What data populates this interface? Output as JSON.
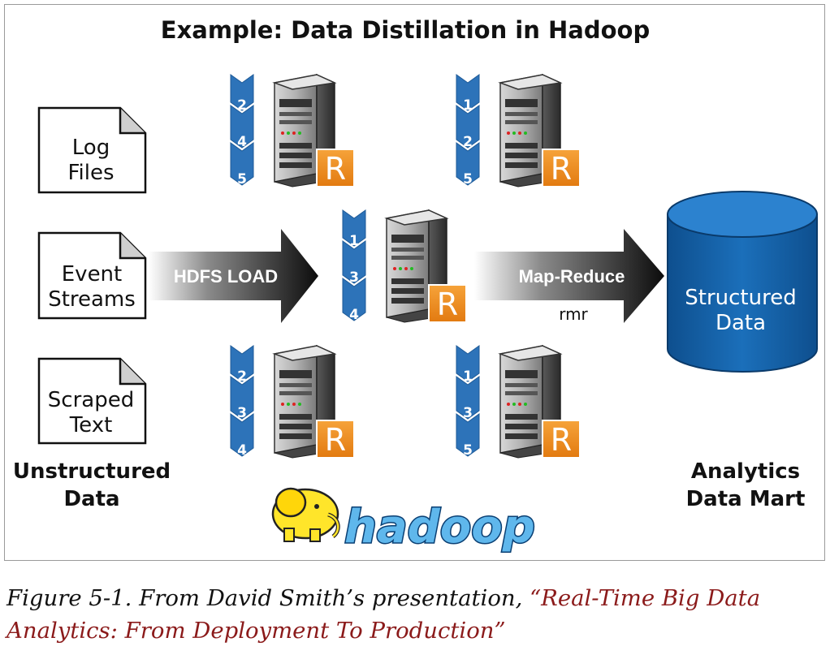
{
  "title": "Example: Data Distillation in Hadoop",
  "sources": [
    {
      "line1": "Log",
      "line2": "Files"
    },
    {
      "line1": "Event",
      "line2": "Streams"
    },
    {
      "line1": "Scraped",
      "line2": "Text"
    }
  ],
  "source_group_label": {
    "line1": "Unstructured",
    "line2": "Data"
  },
  "hdfs_arrow_label": "HDFS LOAD",
  "mapreduce_arrow_label": "Map-Reduce",
  "mapreduce_sublabel": "rmr",
  "nodes": [
    {
      "blocks": [
        "2",
        "4",
        "5"
      ]
    },
    {
      "blocks": [
        "1",
        "2",
        "5"
      ]
    },
    {
      "blocks": [
        "1",
        "3",
        "4"
      ]
    },
    {
      "blocks": [
        "2",
        "3",
        "4"
      ]
    },
    {
      "blocks": [
        "1",
        "3",
        "5"
      ]
    }
  ],
  "r_badge": "R",
  "database": {
    "line1": "Structured",
    "line2": "Data"
  },
  "destination_group_label": {
    "line1": "Analytics",
    "line2": "Data Mart"
  },
  "logo_text": "hadoop",
  "caption": {
    "prefix": "Figure 5-1. From David Smith’s presentation, ",
    "link_text": "“Real-Time Big Data Analytics: From Deployment To Production”"
  },
  "colors": {
    "chevron_blue": "#2d73b9",
    "r_badge_orange": "#ee8a1c",
    "database_blue": "#1a6ab3",
    "caption_link": "#8b1a1a"
  },
  "icons": [
    "document-icon",
    "server-icon",
    "r-logo-icon",
    "database-icon",
    "hadoop-elephant-logo",
    "arrow-icon"
  ]
}
